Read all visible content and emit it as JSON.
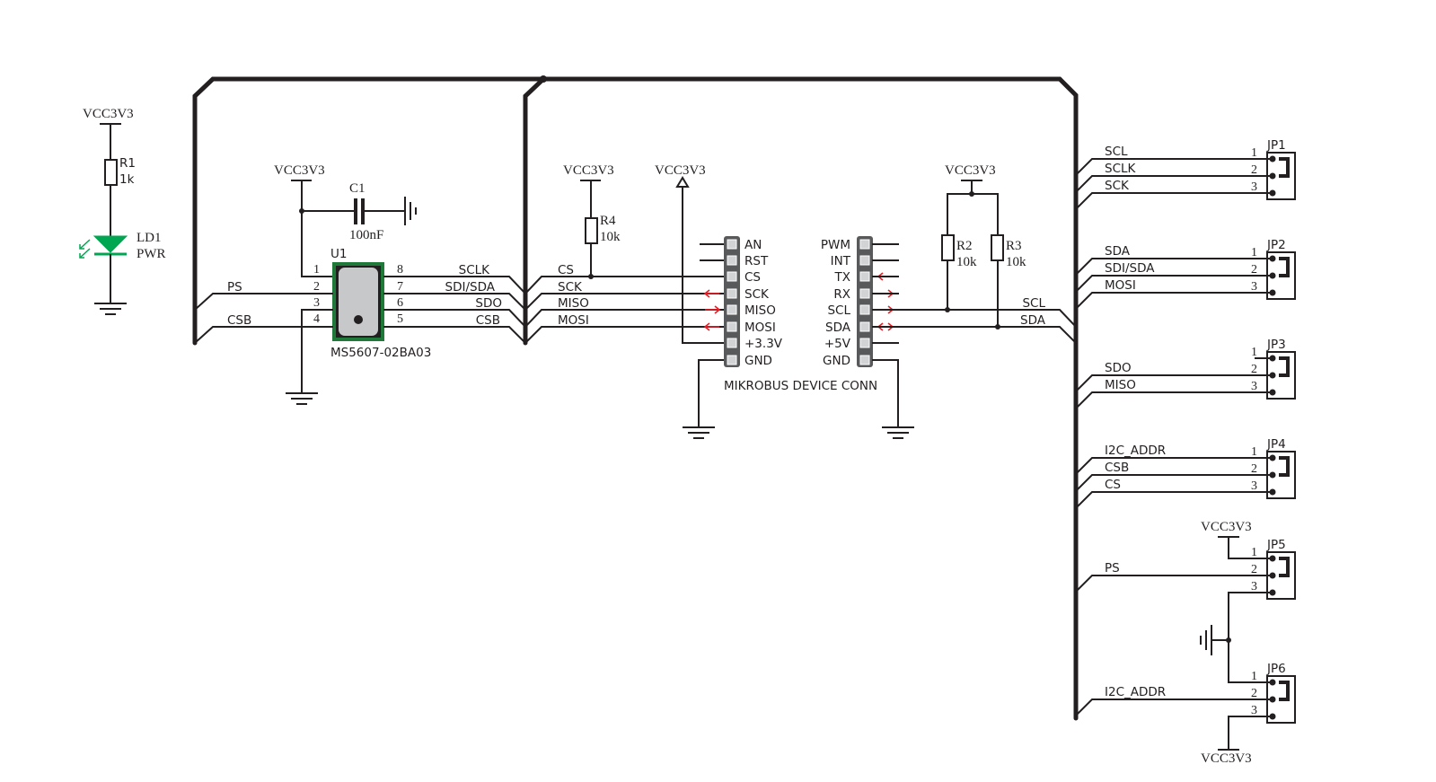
{
  "power_labels": {
    "vcc": "VCC3V3"
  },
  "led_section": {
    "resistor": {
      "ref": "R1",
      "value": "1k"
    },
    "led": {
      "ref": "LD1",
      "value": "PWR",
      "color": "#00a651"
    }
  },
  "sensor_section": {
    "capacitor": {
      "ref": "C1",
      "value": "100nF"
    },
    "ic": {
      "ref": "U1",
      "part": "MS5607-02BA03",
      "outline_color": "#1f7a3a",
      "body_color": "#c7c8ca",
      "left_pins": [
        {
          "num": "1",
          "net": ""
        },
        {
          "num": "2",
          "net": "PS"
        },
        {
          "num": "3",
          "net": ""
        },
        {
          "num": "4",
          "net": "CSB"
        }
      ],
      "right_pins": [
        {
          "num": "8",
          "net": "SCLK"
        },
        {
          "num": "7",
          "net": "SDI/SDA"
        },
        {
          "num": "6",
          "net": "SDO"
        },
        {
          "num": "5",
          "net": "CSB"
        }
      ]
    }
  },
  "mikrobus": {
    "title": "MIKROBUS DEVICE CONN",
    "pullup": {
      "ref": "R4",
      "value": "10k"
    },
    "left_nets": [
      "CS",
      "SCK",
      "MISO",
      "MOSI"
    ],
    "left_pins": [
      "AN",
      "RST",
      "CS",
      "SCK",
      "MISO",
      "MOSI",
      "+3.3V",
      "GND"
    ],
    "right_pins": [
      "PWM",
      "INT",
      "TX",
      "RX",
      "SCL",
      "SDA",
      "+5V",
      "GND"
    ],
    "left_arrows": [
      "",
      "",
      "",
      "left",
      "right",
      "left",
      "",
      ""
    ],
    "right_arrows": [
      "",
      "",
      "left",
      "right",
      "right",
      "both",
      "",
      ""
    ],
    "i2c_pullups": [
      {
        "ref": "R2",
        "value": "10k"
      },
      {
        "ref": "R3",
        "value": "10k"
      }
    ],
    "i2c_nets": [
      "SCL",
      "SDA"
    ],
    "arrow_color": "#ed1c24"
  },
  "jumpers": [
    {
      "ref": "JP1",
      "nets": [
        "SCL",
        "SCLK",
        "SCK"
      ],
      "pins": [
        "1",
        "2",
        "3"
      ]
    },
    {
      "ref": "JP2",
      "nets": [
        "SDA",
        "SDI/SDA",
        "MOSI"
      ],
      "pins": [
        "1",
        "2",
        "3"
      ]
    },
    {
      "ref": "JP3",
      "nets": [
        "",
        "SDO",
        "MISO"
      ],
      "pins": [
        "1",
        "2",
        "3"
      ]
    },
    {
      "ref": "JP4",
      "nets": [
        "I2C_ADDR",
        "CSB",
        "CS"
      ],
      "pins": [
        "1",
        "2",
        "3"
      ]
    },
    {
      "ref": "JP5",
      "nets": [
        "",
        "PS",
        ""
      ],
      "pins": [
        "1",
        "2",
        "3"
      ]
    },
    {
      "ref": "JP6",
      "nets": [
        "",
        "I2C_ADDR",
        ""
      ],
      "pins": [
        "1",
        "2",
        "3"
      ]
    }
  ]
}
